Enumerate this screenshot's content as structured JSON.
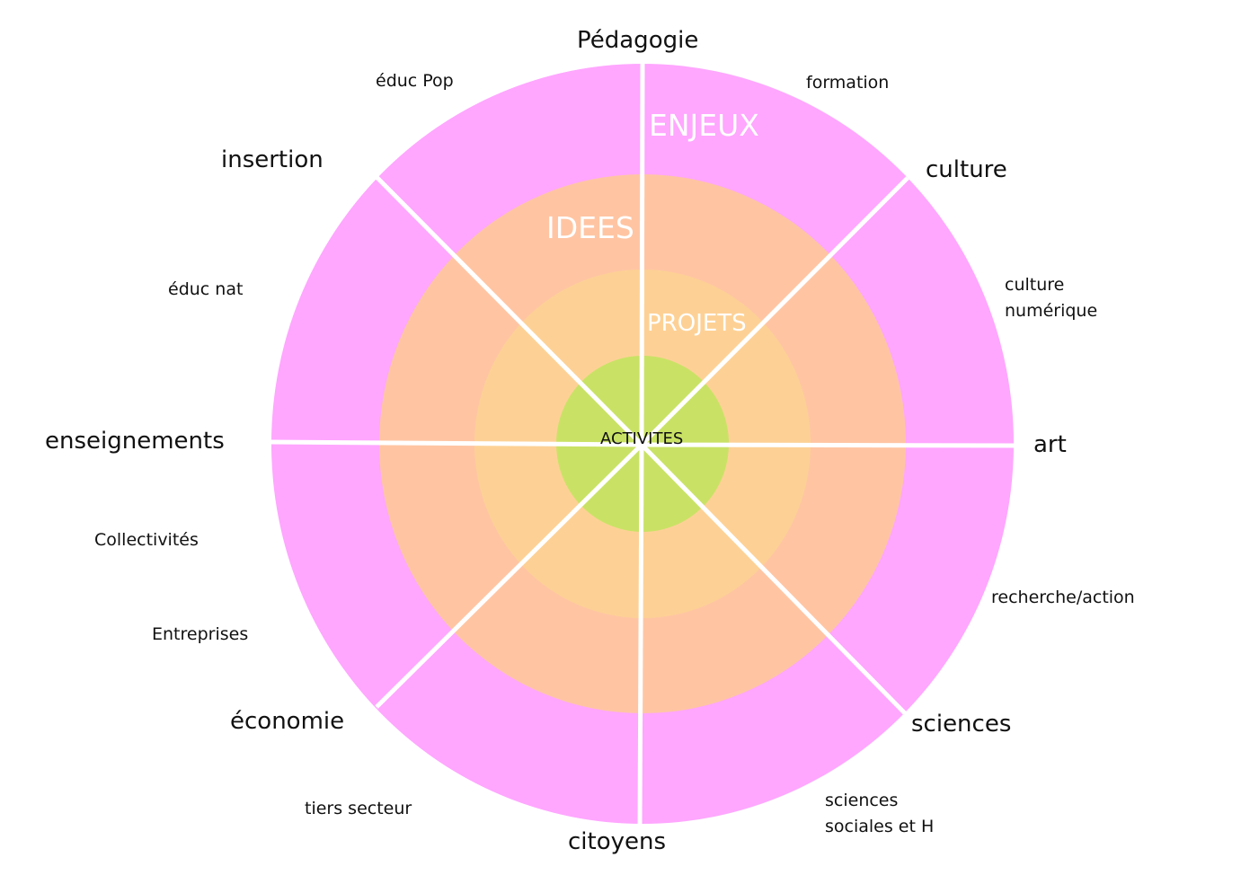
{
  "colors": {
    "enjeux": "#FFA6FF",
    "idees": "#FFC5A3",
    "projets": "#FDD195",
    "activites": "#C9E265",
    "spokes": "#FFFFFF"
  },
  "rings": {
    "enjeux": "ENJEUX",
    "idees": "IDEES",
    "projets": "PROJETS",
    "activites": "ACTIVITES"
  },
  "axes": [
    "Pédagogie",
    "culture",
    "art",
    "sciences",
    "citoyens",
    "économie",
    "enseignements",
    "insertion"
  ],
  "sectors": {
    "educ_pop": "éduc Pop",
    "formation": "formation",
    "culture_numerique_1": "culture",
    "culture_numerique_2": "numérique",
    "recherche": "recherche/action",
    "sciences_sociales_1": "sciences",
    "sciences_sociales_2": "sociales et H",
    "tiers_secteur": "tiers secteur",
    "entreprises": "Entreprises",
    "collectivites": "Collectivités",
    "educ_nat": "éduc nat"
  }
}
